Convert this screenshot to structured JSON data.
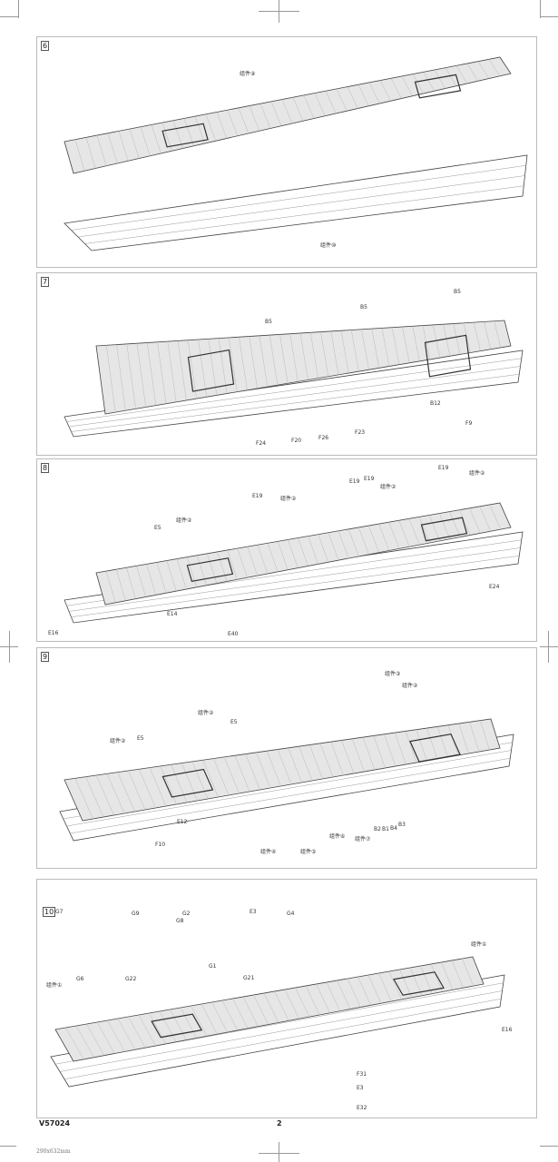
{
  "steps": {
    "s6": {
      "number": "6",
      "labels": [
        "组件⑨",
        "组件⑩"
      ]
    },
    "s7": {
      "number": "7",
      "labels": [
        "B5",
        "B5",
        "B5",
        "F24",
        "F20",
        "F26",
        "F23",
        "B12",
        "F9"
      ]
    },
    "s8": {
      "number": "8",
      "labels": [
        "E19",
        "E19",
        "E19",
        "E19",
        "组件②",
        "组件②",
        "组件②",
        "组件②",
        "E5",
        "E16",
        "E14",
        "E40",
        "E24"
      ]
    },
    "s9": {
      "number": "9",
      "labels": [
        "组件③",
        "组件②",
        "组件②",
        "组件②",
        "E5",
        "E5",
        "E12",
        "F10",
        "组件④",
        "组件⑤",
        "组件⑥",
        "组件⑦",
        "B2",
        "B1",
        "B4",
        "B3"
      ]
    },
    "s10": {
      "number": "10",
      "labels": [
        "G7",
        "G9",
        "G8",
        "G2",
        "E3",
        "G4",
        "G6",
        "G22",
        "G1",
        "G21",
        "组件①",
        "组件①",
        "E16",
        "F31",
        "E3",
        "E32"
      ]
    }
  },
  "footer": {
    "product_code": "V57024",
    "page_number": "2",
    "sheet_size": "290x632mm"
  }
}
